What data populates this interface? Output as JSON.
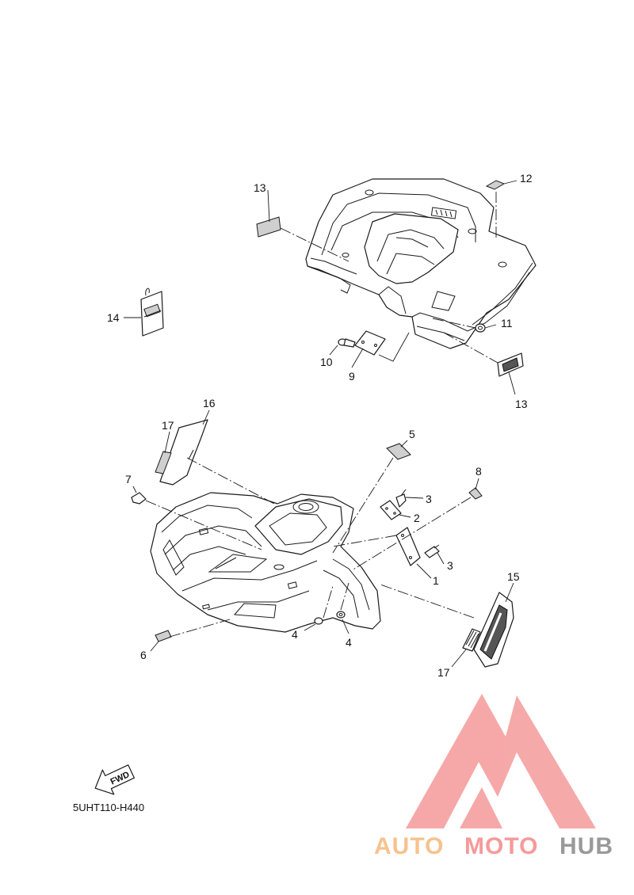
{
  "diagram_code": "5UHT110-H440",
  "fwd_label": "FWD",
  "callouts": {
    "c1": "1",
    "c2": "2",
    "c3a": "3",
    "c3b": "3",
    "c4a": "4",
    "c4b": "4",
    "c5": "5",
    "c6": "6",
    "c7": "7",
    "c8": "8",
    "c9": "9",
    "c10": "10",
    "c11": "11",
    "c12": "12",
    "c13a": "13",
    "c13b": "13",
    "c14": "14",
    "c15": "15",
    "c16": "16",
    "c17a": "17",
    "c17b": "17"
  },
  "watermark": {
    "part1": "AUTO",
    "part2": "MOTO",
    "part3": "HUB",
    "color_auto": "#f7c28e",
    "color_moto": "#f59a9a",
    "color_hub": "#9a9a9a",
    "logo_color": "#f59a9a"
  }
}
